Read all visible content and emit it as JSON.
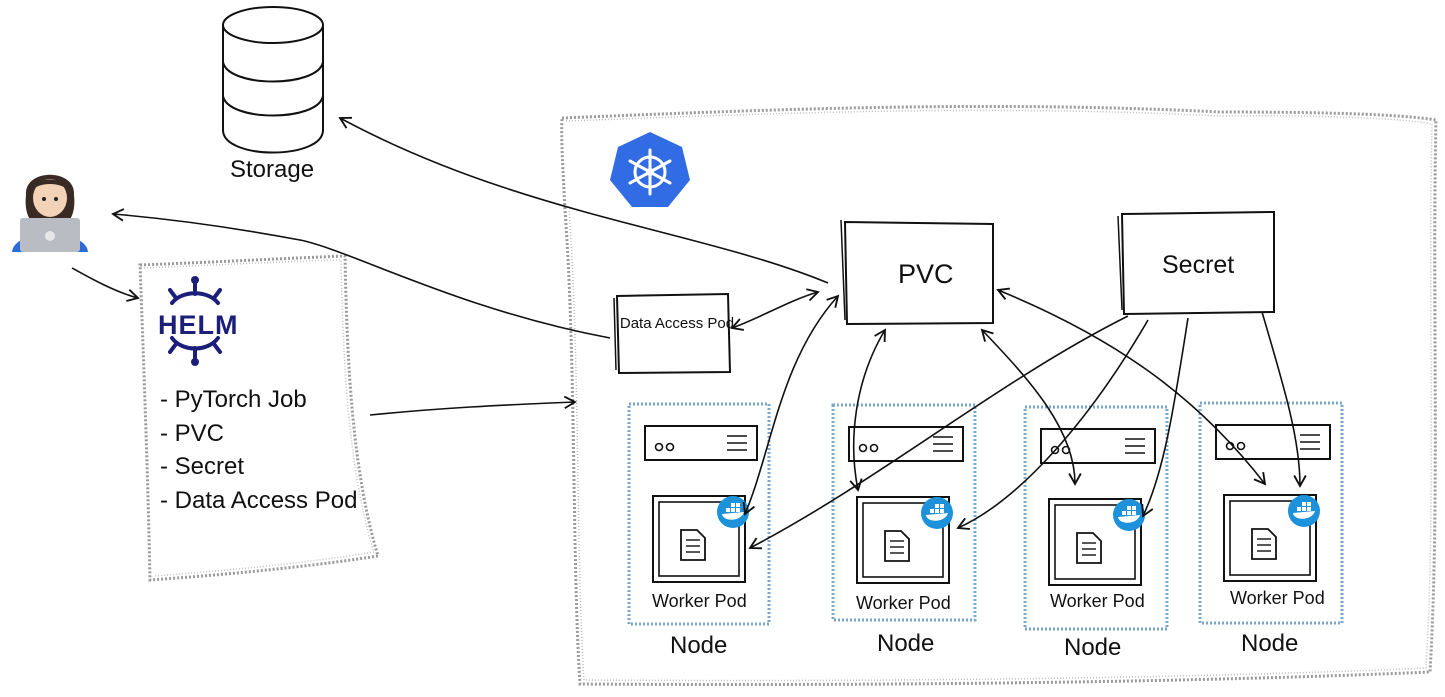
{
  "storage": {
    "label": "Storage"
  },
  "helm": {
    "logo_text": "HELM",
    "items": [
      "- PyTorch Job",
      "- PVC",
      "- Secret",
      "- Data Access Pod"
    ]
  },
  "kubernetes": {
    "icon": "kubernetes-helm-wheel-icon",
    "color": "#326ce5"
  },
  "pvc": {
    "label": "PVC"
  },
  "secret": {
    "label": "Secret"
  },
  "data_access_pod": {
    "label": "Data Access Pod"
  },
  "nodes": [
    {
      "worker_label": "Worker Pod",
      "node_label": "Node"
    },
    {
      "worker_label": "Worker Pod",
      "node_label": "Node"
    },
    {
      "worker_label": "Worker Pod",
      "node_label": "Node"
    },
    {
      "worker_label": "Worker Pod",
      "node_label": "Node"
    }
  ],
  "user": {
    "icon": "person-with-laptop-icon"
  },
  "colors": {
    "docker": "#1d91d9",
    "node_border": "#7aa6c9",
    "helm": "#1b1f7a"
  }
}
